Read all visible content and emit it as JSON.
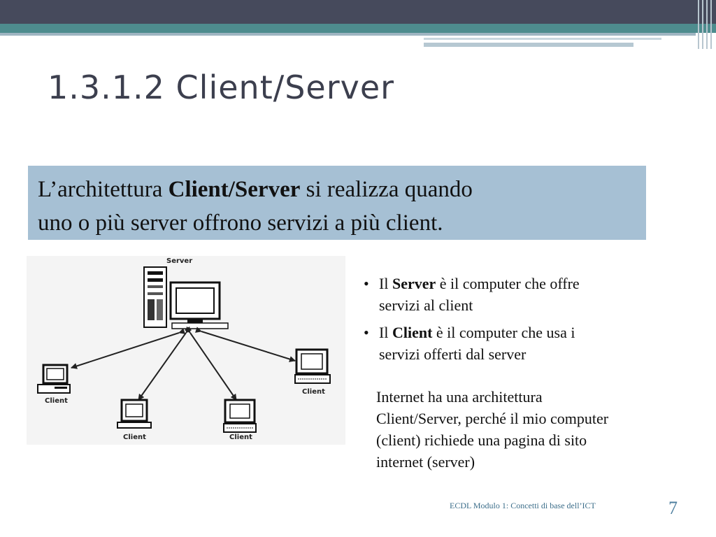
{
  "slide": {
    "title": "1.3.1.2 Client/Server",
    "definition": {
      "prefix": "L’architettura ",
      "bold": "Client/Server",
      "suffix": " si realizza quando",
      "line2": "uno o più server offrono servizi a più client."
    },
    "diagram": {
      "server_label": "Server",
      "client_label": "Client"
    },
    "bullets": [
      {
        "prefix": "Il ",
        "bold": "Server",
        "suffix": " è il computer che offre",
        "line2": "servizi al client"
      },
      {
        "prefix": "Il ",
        "bold": "Client",
        "suffix": " è il computer che usa i",
        "line2": "servizi offerti dal server"
      }
    ],
    "note_lines": [
      "Internet ha una architettura",
      "Client/Server, perché il mio computer",
      "(client) richiede una pagina di sito",
      "internet (server)"
    ],
    "footer": "ECDL Modulo 1: Concetti di base dell’ICT",
    "page_number": "7"
  },
  "colors": {
    "header_dark": "#464a5c",
    "header_teal": "#4e8c8e",
    "definition_bg": "#a6c0d4",
    "title_text": "#3c3f4e",
    "footer_text": "#3c6e8a"
  }
}
